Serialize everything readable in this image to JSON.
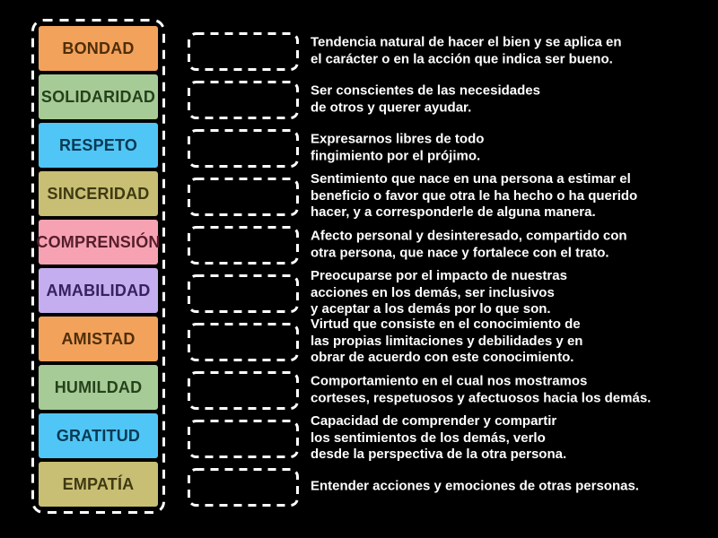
{
  "activity": {
    "background_color": "#000000",
    "dashed_border_color": "#ffffff",
    "definition_text_color": "#ffffff"
  },
  "items": [
    {
      "word": "BONDAD",
      "tile_color": "#f3a25c",
      "word_color": "#4f2e08",
      "definition_lines": [
        "Tendencia natural de hacer el bien y se aplica en",
        "el carácter o en la acción que indica ser bueno."
      ]
    },
    {
      "word": "SOLIDARIDAD",
      "tile_color": "#a7cb96",
      "word_color": "#24421c",
      "definition_lines": [
        "Ser conscientes de las necesidades",
        "de otros y querer ayudar."
      ]
    },
    {
      "word": "RESPETO",
      "tile_color": "#50c6f6",
      "word_color": "#083a54",
      "definition_lines": [
        "Expresarnos libres de todo",
        "fingimiento por el prójimo."
      ]
    },
    {
      "word": "SINCERIDAD",
      "tile_color": "#c8be74",
      "word_color": "#3f3a12",
      "definition_lines": [
        "Sentimiento que nace en una persona a estimar el",
        "beneficio o favor que otra le ha hecho o ha querido",
        "hacer, y a corresponderle de alguna manera."
      ]
    },
    {
      "word": "COMPRENSIÓN",
      "tile_color": "#f7a2b2",
      "word_color": "#551e2c",
      "definition_lines": [
        "Afecto personal y desinteresado, compartido con",
        "otra persona, que nace y fortalece con el trato."
      ]
    },
    {
      "word": "AMABILIDAD",
      "tile_color": "#c5aeef",
      "word_color": "#38215e",
      "definition_lines": [
        "Preocuparse por el impacto de nuestras",
        "acciones en los demás, ser inclusivos",
        "y aceptar a los demás por lo que son."
      ]
    },
    {
      "word": "AMISTAD",
      "tile_color": "#f3a25c",
      "word_color": "#4f2e08",
      "definition_lines": [
        "Virtud que consiste en el conocimiento de",
        "las propias limitaciones y debilidades y en",
        "obrar de acuerdo con este conocimiento."
      ]
    },
    {
      "word": "HUMILDAD",
      "tile_color": "#a7cb96",
      "word_color": "#24421c",
      "definition_lines": [
        "Comportamiento en el cual nos mostramos",
        "corteses, respetuosos y afectuosos hacia los demás."
      ]
    },
    {
      "word": "GRATITUD",
      "tile_color": "#50c6f6",
      "word_color": "#083a54",
      "definition_lines": [
        "Capacidad de comprender y compartir",
        "los sentimientos de los demás, verlo",
        "desde la perspectiva de la otra persona."
      ]
    },
    {
      "word": "EMPATÍA",
      "tile_color": "#c8be74",
      "word_color": "#3f3a12",
      "definition_lines": [
        "Entender acciones y emociones de otras personas."
      ]
    }
  ]
}
